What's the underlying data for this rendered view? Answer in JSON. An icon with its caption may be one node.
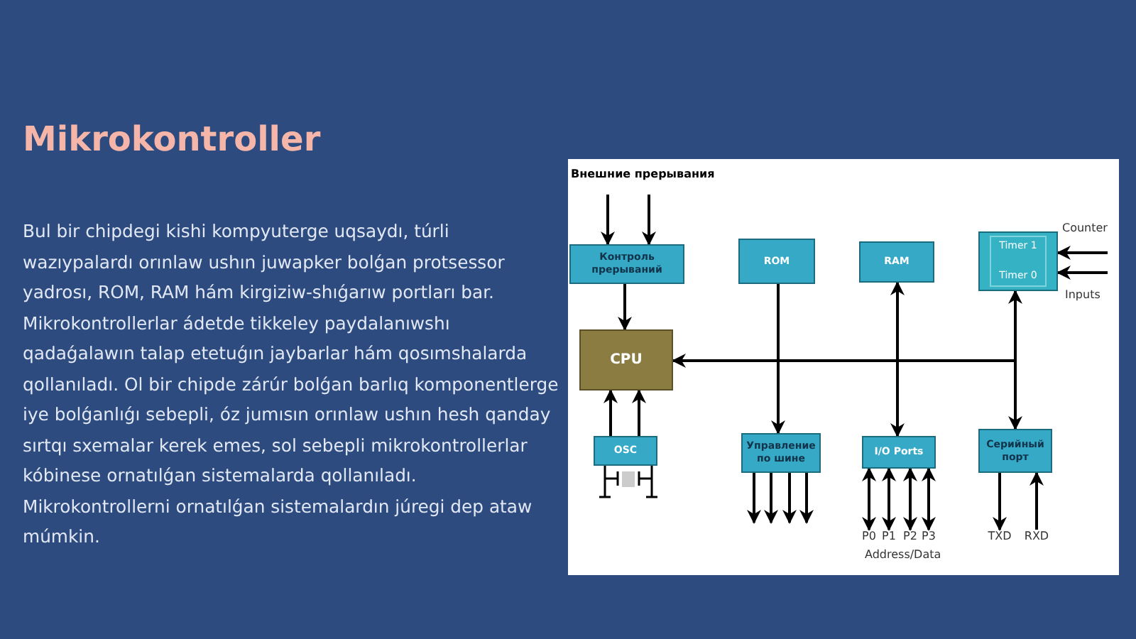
{
  "diagram": {
    "title": "Mikrokontroller",
    "nodes": [
      {
        "text": [
          "Контроль прерываний"
        ]
      },
      {
        "text": [
          "ROM"
        ]
      },
      {
        "text": [
          "RAM"
        ]
      },
      {
        "text": [
          "Timer 1",
          "Timer 0"
        ]
      },
      {
        "text": [
          "CPU"
        ]
      },
      {
        "text": [
          "OSC"
        ]
      },
      {
        "text": [
          "Управление по шине"
        ]
      },
      {
        "text": [
          "I/O Ports"
        ]
      },
      {
        "text": [
          "Серийный порт"
        ]
      },
      {
        "text": [
          "P0"
        ]
      },
      {
        "text": [
          "P1"
        ]
      },
      {
        "text": [
          "P2"
        ]
      },
      {
        "text": [
          "P3"
        ]
      },
      {
        "text": [
          "TXD"
        ]
      },
      {
        "text": [
          "RXD"
        ]
      }
    ],
    "edges": [
      {
        "from": null,
        "to": 0,
        "arrow": "to"
      },
      {
        "from": null,
        "to": 0,
        "arrow": "to"
      },
      {
        "from": 0,
        "to": 4,
        "arrow": "to"
      },
      {
        "from": null,
        "to": 4,
        "arrow": "to"
      },
      {
        "from": 5,
        "to": 4,
        "arrow": "to"
      },
      {
        "from": 5,
        "to": 4,
        "arrow": "to"
      },
      {
        "from": 1,
        "to": 6,
        "arrow": "to"
      },
      {
        "from": 7,
        "to": 2,
        "arrow": "both"
      },
      {
        "from": 8,
        "to": 3,
        "arrow": "both"
      },
      {
        "from": null,
        "to": 3,
        "arrow": "to"
      },
      {
        "from": null,
        "to": 3,
        "arrow": "to"
      },
      {
        "from": 6,
        "to": null,
        "arrow": "to"
      },
      {
        "from": 6,
        "to": null,
        "arrow": "to"
      },
      {
        "from": 6,
        "to": null,
        "arrow": "to"
      },
      {
        "from": 6,
        "to": null,
        "arrow": "to"
      },
      {
        "from": 7,
        "to": 9,
        "arrow": "both"
      },
      {
        "from": 7,
        "to": 10,
        "arrow": "both"
      },
      {
        "from": 7,
        "to": 11,
        "arrow": "both"
      },
      {
        "from": 7,
        "to": 12,
        "arrow": "both"
      },
      {
        "from": 8,
        "to": 13,
        "arrow": "to"
      },
      {
        "from": 14,
        "to": 8,
        "arrow": "to"
      }
    ],
    "labels": [
      "Bul bir chipdegi kishi kompyuterge uqsaydı, túrli wazıypalardı orınlaw ushın juwapker bolǵan protsessor yadrosı, ROM, RAM hám kirgiziw-shıǵarıw portları bar. Mikrokontrollerlar ádetde tikkeley paydalanıwshı qadaǵalawın talap etetuǵın jaybarlar hám qosımshalarda qollanıladı. Ol bir chipde zárúr bolǵan barlıq komponentlerge iye bolǵanlıǵı sebepli, óz jumısın orınlaw ushın hesh qanday sırtqı sxemalar kerek emes, sol sebepli mikrokontrollerlar kóbinese ornatılǵan sistemalarda qollanıladı. Mikrokontrollerni ornatılǵan sistemalardın júregi dep ataw múmkin.",
      "Внешние прерывания",
      "Counter",
      "Inputs",
      "Address/Data"
    ]
  }
}
